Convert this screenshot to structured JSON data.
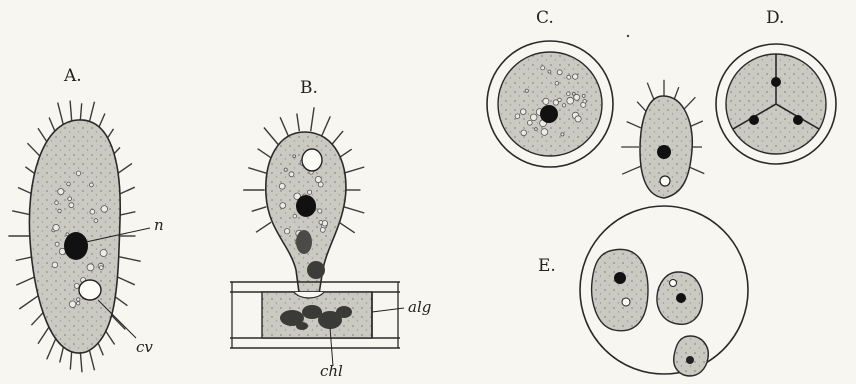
{
  "figure": {
    "panel_labels": {
      "a": "A.",
      "b": "B.",
      "c": "C.",
      "d": "D.",
      "e": "E."
    },
    "annotations": {
      "n": "n",
      "cv": "cv",
      "alg": "alg",
      "chl": "chl"
    },
    "colors": {
      "ink": "#2a2a2a",
      "cell_fill": "#c9c8c1",
      "paper": "#f7f6f0"
    }
  }
}
